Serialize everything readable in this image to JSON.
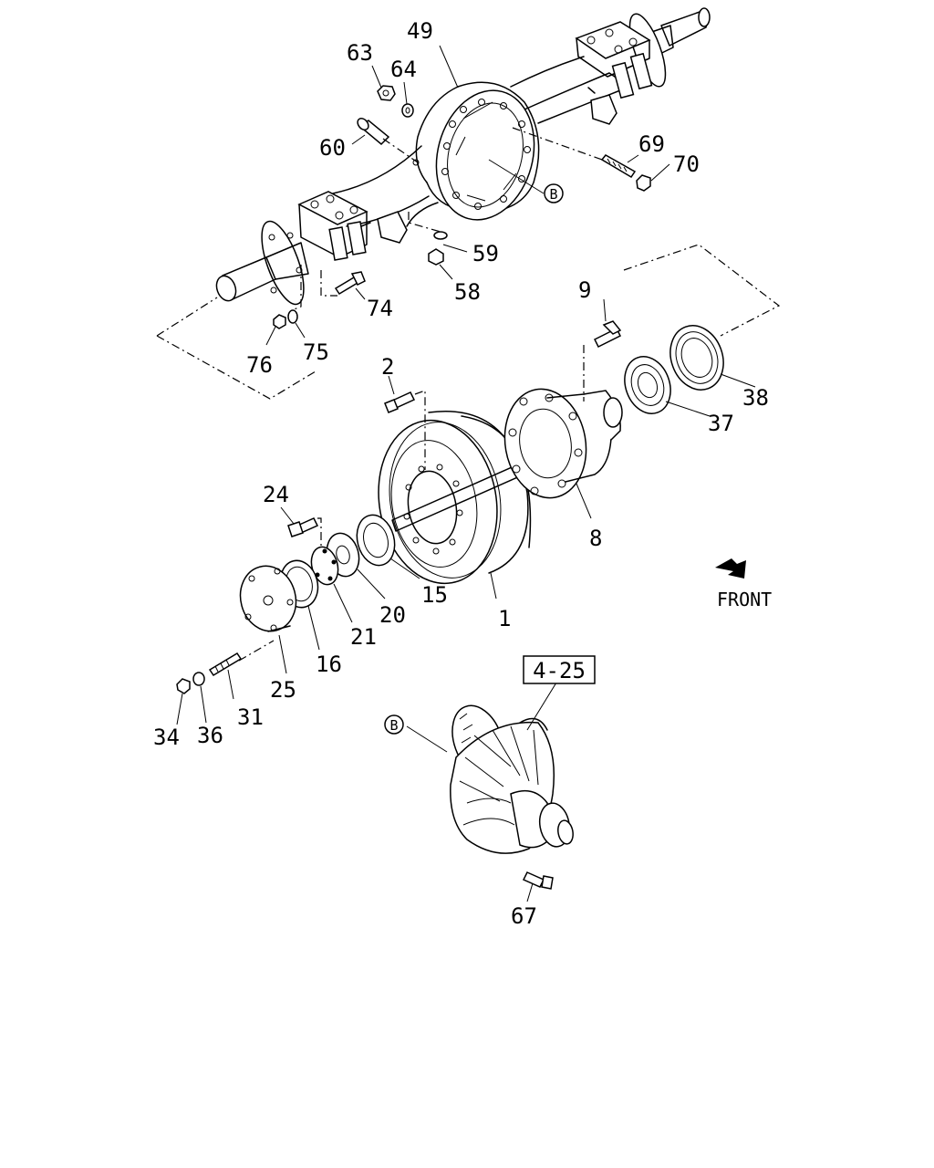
{
  "labels": {
    "p1": "1",
    "p2": "2",
    "p8": "8",
    "p9": "9",
    "p15": "15",
    "p16": "16",
    "p20": "20",
    "p21": "21",
    "p24": "24",
    "p25": "25",
    "p31": "31",
    "p34": "34",
    "p36": "36",
    "p37": "37",
    "p38": "38",
    "p49": "49",
    "p58": "58",
    "p59": "59",
    "p60": "60",
    "p63": "63",
    "p64": "64",
    "p67": "67",
    "p69": "69",
    "p70": "70",
    "p74": "74",
    "p75": "75",
    "p76": "76"
  },
  "callout_b": "B",
  "reference_box": "4-25",
  "front_label": "FRONT"
}
